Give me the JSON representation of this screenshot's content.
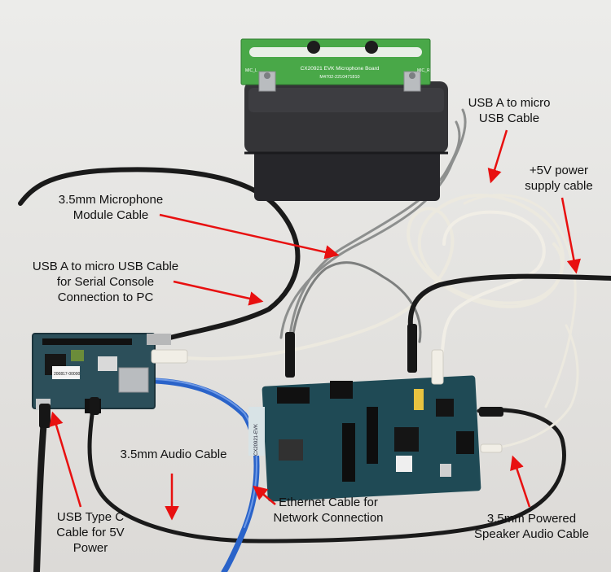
{
  "photo": {
    "board_silk_text": "CX20921 EVK Microphone Board",
    "board_silk_sub": "M4702-2210471810",
    "mic_left_label": "MIC_L",
    "mic_right_label": "MIC_R",
    "sbc_sticker": "200817-00000",
    "evk_sticker": "CX20921-EVK"
  },
  "callouts": {
    "usb_micro": "USB A to micro\nUSB Cable",
    "power_5v": "+5V power\nsupply cable",
    "mic_module": "3.5mm Microphone\nModule Cable",
    "serial_console": "USB A to micro USB Cable\nfor Serial Console\nConnection to PC",
    "audio_cable": "3.5mm Audio Cable",
    "ethernet": "Ethernet Cable for\nNetwork Connection",
    "usb_type_c": "USB Type C\nCable for 5V\nPower",
    "speaker_cable": "3.5mm Powered\nSpeaker Audio Cable"
  },
  "colors": {
    "background": "#e6e5e3",
    "arrow": "#e81010",
    "foam": "#2f2f31",
    "pcb_green": "#49a848",
    "evk_board": "#1f4a55",
    "ethernet_blue": "#2a63c9",
    "cable_white": "#ece9df",
    "cable_black": "#1a1a1a",
    "cable_grey": "#8d8f8e"
  }
}
